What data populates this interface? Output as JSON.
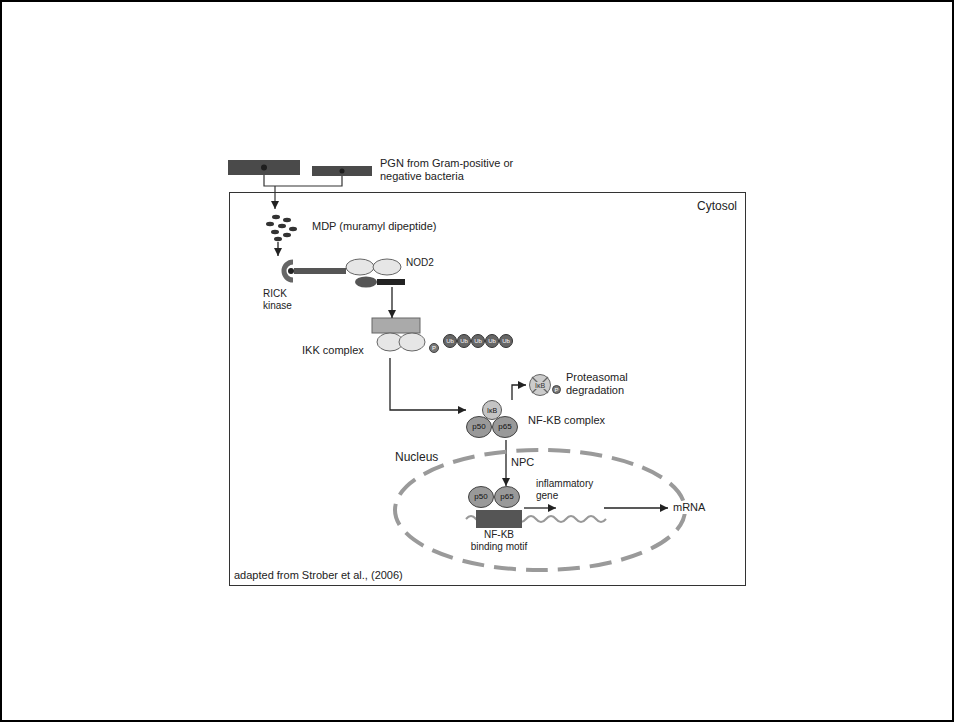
{
  "diagram": {
    "caption": "adapted from Strober et al., (2006)",
    "nodes": [
      {
        "text": [
          "Cytosol"
        ]
      },
      {
        "text": [
          "MDP (muramyl dipeptide)"
        ],
        "in": 0
      },
      {
        "text": [
          "NOD2",
          "RICK kinase"
        ],
        "in": 0
      },
      {
        "text": [
          "IKK complex"
        ],
        "in": 0
      },
      {
        "text": [
          "P"
        ],
        "in": 3
      },
      {
        "text": [
          "Ub"
        ],
        "in": 3
      },
      {
        "text": [
          "Ub"
        ],
        "in": 3
      },
      {
        "text": [
          "Ub"
        ],
        "in": 3
      },
      {
        "text": [
          "Ub"
        ],
        "in": 3
      },
      {
        "text": [
          "Ub"
        ],
        "in": 3
      },
      {
        "text": [
          "NF-KB complex"
        ],
        "in": 0
      },
      {
        "text": [
          "IκB"
        ],
        "in": 10
      },
      {
        "text": [
          "p50"
        ],
        "in": 10
      },
      {
        "text": [
          "p65"
        ],
        "in": 10
      },
      {
        "text": [
          "Proteasomal degradation"
        ],
        "in": 0
      },
      {
        "text": [
          "IκB"
        ],
        "in": 14
      },
      {
        "text": [
          "P"
        ],
        "in": 14
      },
      {
        "text": [
          "Nucleus"
        ],
        "in": 0
      },
      {
        "text": [
          "p50"
        ],
        "in": 17
      },
      {
        "text": [
          "p65"
        ],
        "in": 17
      },
      {
        "text": [
          "NF-KB binding motif"
        ],
        "in": 17
      }
    ],
    "edges": [
      {
        "from": 1,
        "to": 2,
        "arrow": "to"
      },
      {
        "from": 2,
        "to": 3,
        "arrow": "to"
      },
      {
        "from": 3,
        "to": 10,
        "arrow": "to"
      },
      {
        "from": 10,
        "to": 14,
        "arrow": "to"
      },
      {
        "from": 10,
        "to": 19,
        "arrow": "to",
        "label": "NPC"
      }
    ],
    "labels": [
      "PGN from Gram-positive or negative bacteria",
      "inflammatory gene",
      "mRNA"
    ]
  }
}
